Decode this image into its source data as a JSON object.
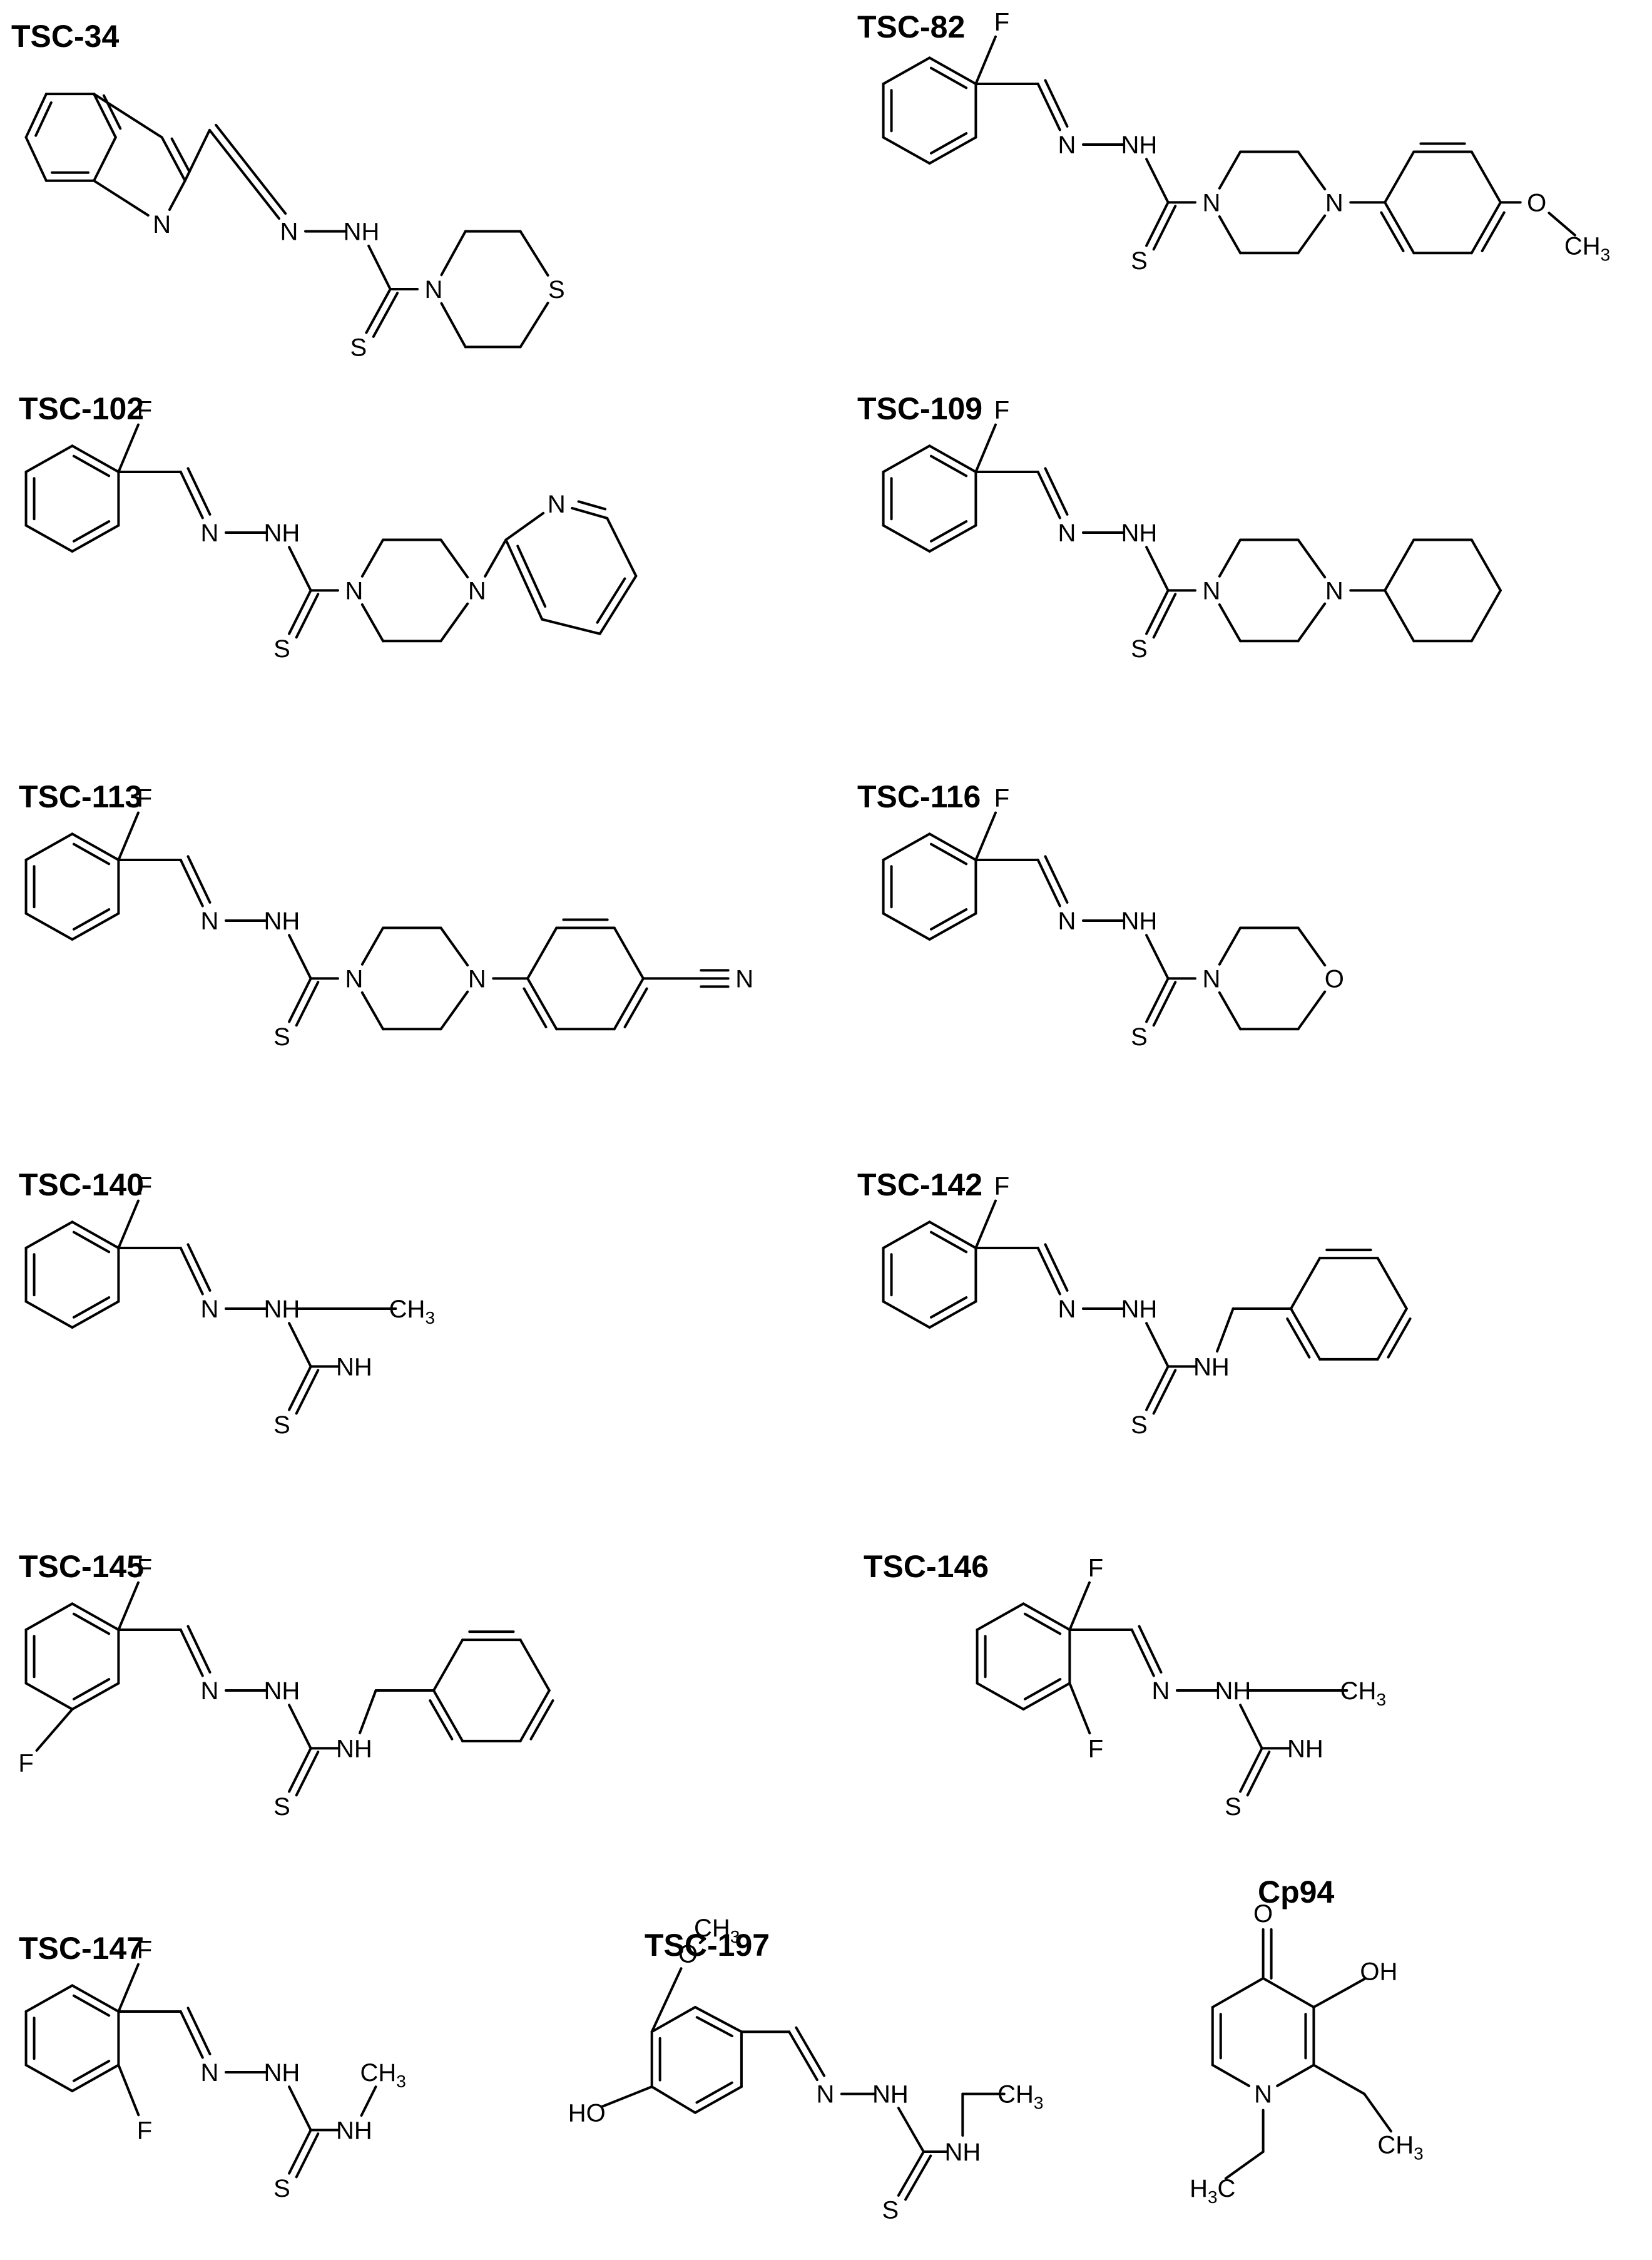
{
  "compounds": [
    {
      "id": "TSC-34",
      "atoms": [
        {
          "t": "N"
        },
        {
          "t": "N"
        },
        {
          "t": "NH"
        },
        {
          "t": "N"
        },
        {
          "t": "S"
        },
        {
          "t": "S"
        }
      ]
    },
    {
      "id": "TSC-82",
      "atoms": [
        {
          "t": "F"
        },
        {
          "t": "N"
        },
        {
          "t": "NH"
        },
        {
          "t": "N"
        },
        {
          "t": "N"
        },
        {
          "t": "S"
        },
        {
          "t": "O"
        },
        {
          "t": "CH",
          "s": "3"
        }
      ]
    },
    {
      "id": "TSC-102",
      "atoms": [
        {
          "t": "F"
        },
        {
          "t": "N"
        },
        {
          "t": "NH"
        },
        {
          "t": "N"
        },
        {
          "t": "N"
        },
        {
          "t": "N"
        },
        {
          "t": "S"
        }
      ]
    },
    {
      "id": "TSC-109",
      "atoms": [
        {
          "t": "F"
        },
        {
          "t": "N"
        },
        {
          "t": "NH"
        },
        {
          "t": "N"
        },
        {
          "t": "N"
        },
        {
          "t": "S"
        }
      ]
    },
    {
      "id": "TSC-113",
      "atoms": [
        {
          "t": "F"
        },
        {
          "t": "N"
        },
        {
          "t": "NH"
        },
        {
          "t": "N"
        },
        {
          "t": "N"
        },
        {
          "t": "S"
        },
        {
          "t": "N"
        }
      ]
    },
    {
      "id": "TSC-116",
      "atoms": [
        {
          "t": "F"
        },
        {
          "t": "N"
        },
        {
          "t": "NH"
        },
        {
          "t": "N"
        },
        {
          "t": "O"
        },
        {
          "t": "S"
        }
      ]
    },
    {
      "id": "TSC-140",
      "atoms": [
        {
          "t": "F"
        },
        {
          "t": "N"
        },
        {
          "t": "NH"
        },
        {
          "t": "CH",
          "s": "3"
        },
        {
          "t": "NH"
        },
        {
          "t": "S"
        }
      ]
    },
    {
      "id": "TSC-142",
      "atoms": [
        {
          "t": "F"
        },
        {
          "t": "N"
        },
        {
          "t": "NH"
        },
        {
          "t": "NH"
        },
        {
          "t": "S"
        }
      ]
    },
    {
      "id": "TSC-145",
      "atoms": [
        {
          "t": "F"
        },
        {
          "t": "F"
        },
        {
          "t": "N"
        },
        {
          "t": "NH"
        },
        {
          "t": "NH"
        },
        {
          "t": "S"
        }
      ]
    },
    {
      "id": "TSC-146",
      "atoms": [
        {
          "t": "F"
        },
        {
          "t": "F"
        },
        {
          "t": "N"
        },
        {
          "t": "NH"
        },
        {
          "t": "CH",
          "s": "3"
        },
        {
          "t": "NH"
        },
        {
          "t": "S"
        }
      ]
    },
    {
      "id": "TSC-147",
      "atoms": [
        {
          "t": "F"
        },
        {
          "t": "F"
        },
        {
          "t": "N"
        },
        {
          "t": "NH"
        },
        {
          "t": "CH",
          "s": "3"
        },
        {
          "t": "NH"
        },
        {
          "t": "S"
        }
      ]
    },
    {
      "id": "TSC-197",
      "atoms": [
        {
          "t": "CH",
          "s": "3"
        },
        {
          "t": "O"
        },
        {
          "t": "HO"
        },
        {
          "t": "N"
        },
        {
          "t": "NH"
        },
        {
          "t": "CH",
          "s": "3"
        },
        {
          "t": "NH"
        },
        {
          "t": "S"
        }
      ]
    },
    {
      "id": "Cp94",
      "atoms": [
        {
          "t": "O"
        },
        {
          "t": "OH"
        },
        {
          "t": "N"
        },
        {
          "t": "CH",
          "s": "3"
        },
        {
          "t": "H",
          "s": "3",
          "t2": "C"
        }
      ]
    }
  ]
}
